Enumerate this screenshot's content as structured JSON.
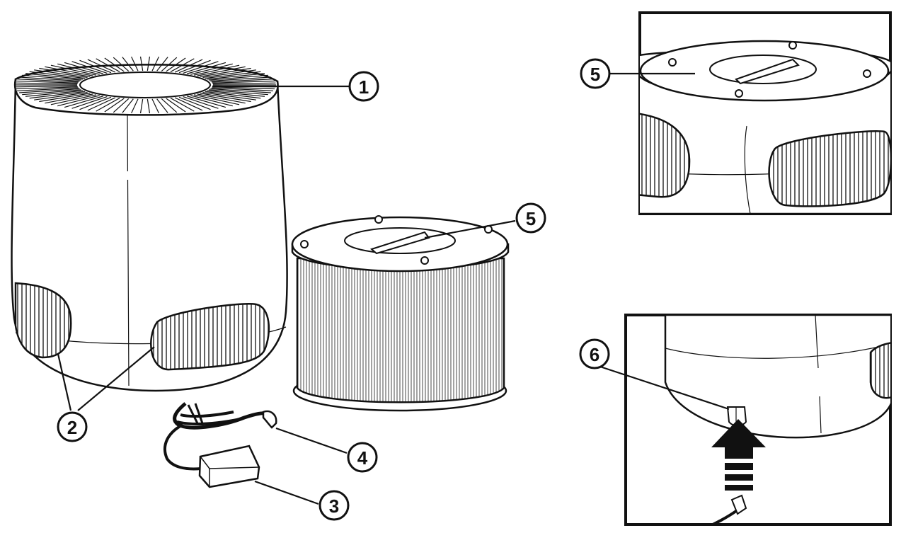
{
  "colors": {
    "ink": "#111111",
    "paper": "#ffffff",
    "grey": "#cfcfcf"
  },
  "callouts": [
    {
      "id": "main-top-outlet",
      "label": "1"
    },
    {
      "id": "main-side-inlets",
      "label": "2"
    },
    {
      "id": "adapter-box",
      "label": "3"
    },
    {
      "id": "adapter-plug",
      "label": "4"
    },
    {
      "id": "filter-pull-tab",
      "label": "5"
    },
    {
      "id": "inset-top-pull-tab",
      "label": "5"
    },
    {
      "id": "inset-bottom-power-port",
      "label": "6"
    }
  ],
  "icons": {
    "purifier": "air-purifier-icon",
    "filter": "cylindrical-filter-icon",
    "adapter": "power-adapter-icon",
    "arrow": "up-arrow-icon"
  }
}
